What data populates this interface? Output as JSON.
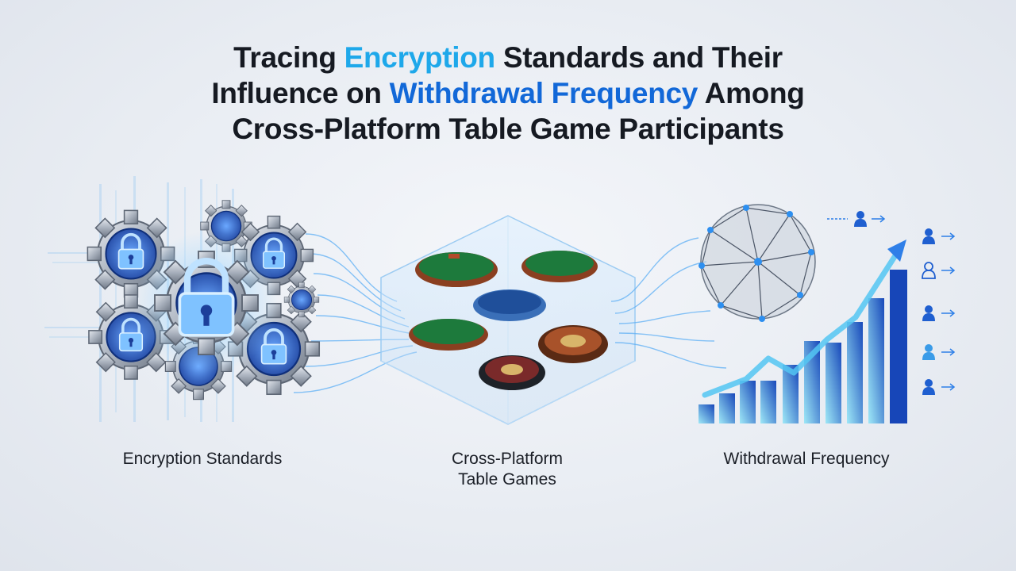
{
  "title": {
    "line1_a": "Tracing ",
    "line1_hl": "Encryption",
    "line1_b": " Standards and Their",
    "line2_a": "Influence on ",
    "line2_hl": "Withdrawal Frequency",
    "line2_b": " Among",
    "line3": "Cross-Platform Table Game Participants"
  },
  "labels": {
    "encryption": "Encryption Standards",
    "cross_line1": "Cross-Platform",
    "cross_line2": "Table Games",
    "withdrawal": "Withdrawal Frequency"
  },
  "colors": {
    "highlight_cyan": "#1ea8ea",
    "highlight_blue": "#1268d8",
    "gear_steel": "#aeb6c2",
    "lock_blue": "#2f6fd6",
    "felt_green": "#1d7a3c",
    "bar_light": "#8fe2f5",
    "bar_dark": "#1746b8"
  },
  "icons": [
    "padlock-icon",
    "gear-icon",
    "roulette-wheel-icon",
    "globe-network-icon",
    "user-icon",
    "arrow-right-icon",
    "trend-arrow-icon"
  ]
}
